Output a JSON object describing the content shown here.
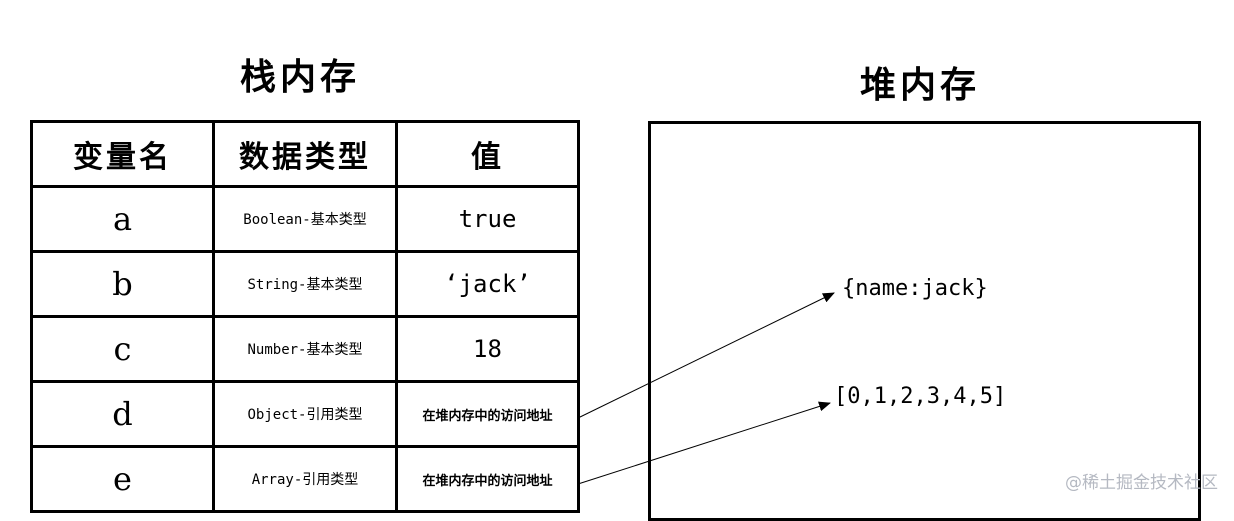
{
  "stack": {
    "title": "栈内存",
    "headers": [
      "变量名",
      "数据类型",
      "值"
    ],
    "rows": [
      {
        "name": "a",
        "type": "Boolean-基本类型",
        "value": "true"
      },
      {
        "name": "b",
        "type": "String-基本类型",
        "value": "‘jack’"
      },
      {
        "name": "c",
        "type": "Number-基本类型",
        "value": "18"
      },
      {
        "name": "d",
        "type": "Object-引用类型",
        "value": "在堆内存中的访问地址"
      },
      {
        "name": "e",
        "type": "Array-引用类型",
        "value": "在堆内存中的访问地址"
      }
    ]
  },
  "heap": {
    "title": "堆内存",
    "object_item": "{name:jack}",
    "array_item": "[0,1,2,3,4,5]"
  },
  "watermark": "@稀土掘金技术社区"
}
